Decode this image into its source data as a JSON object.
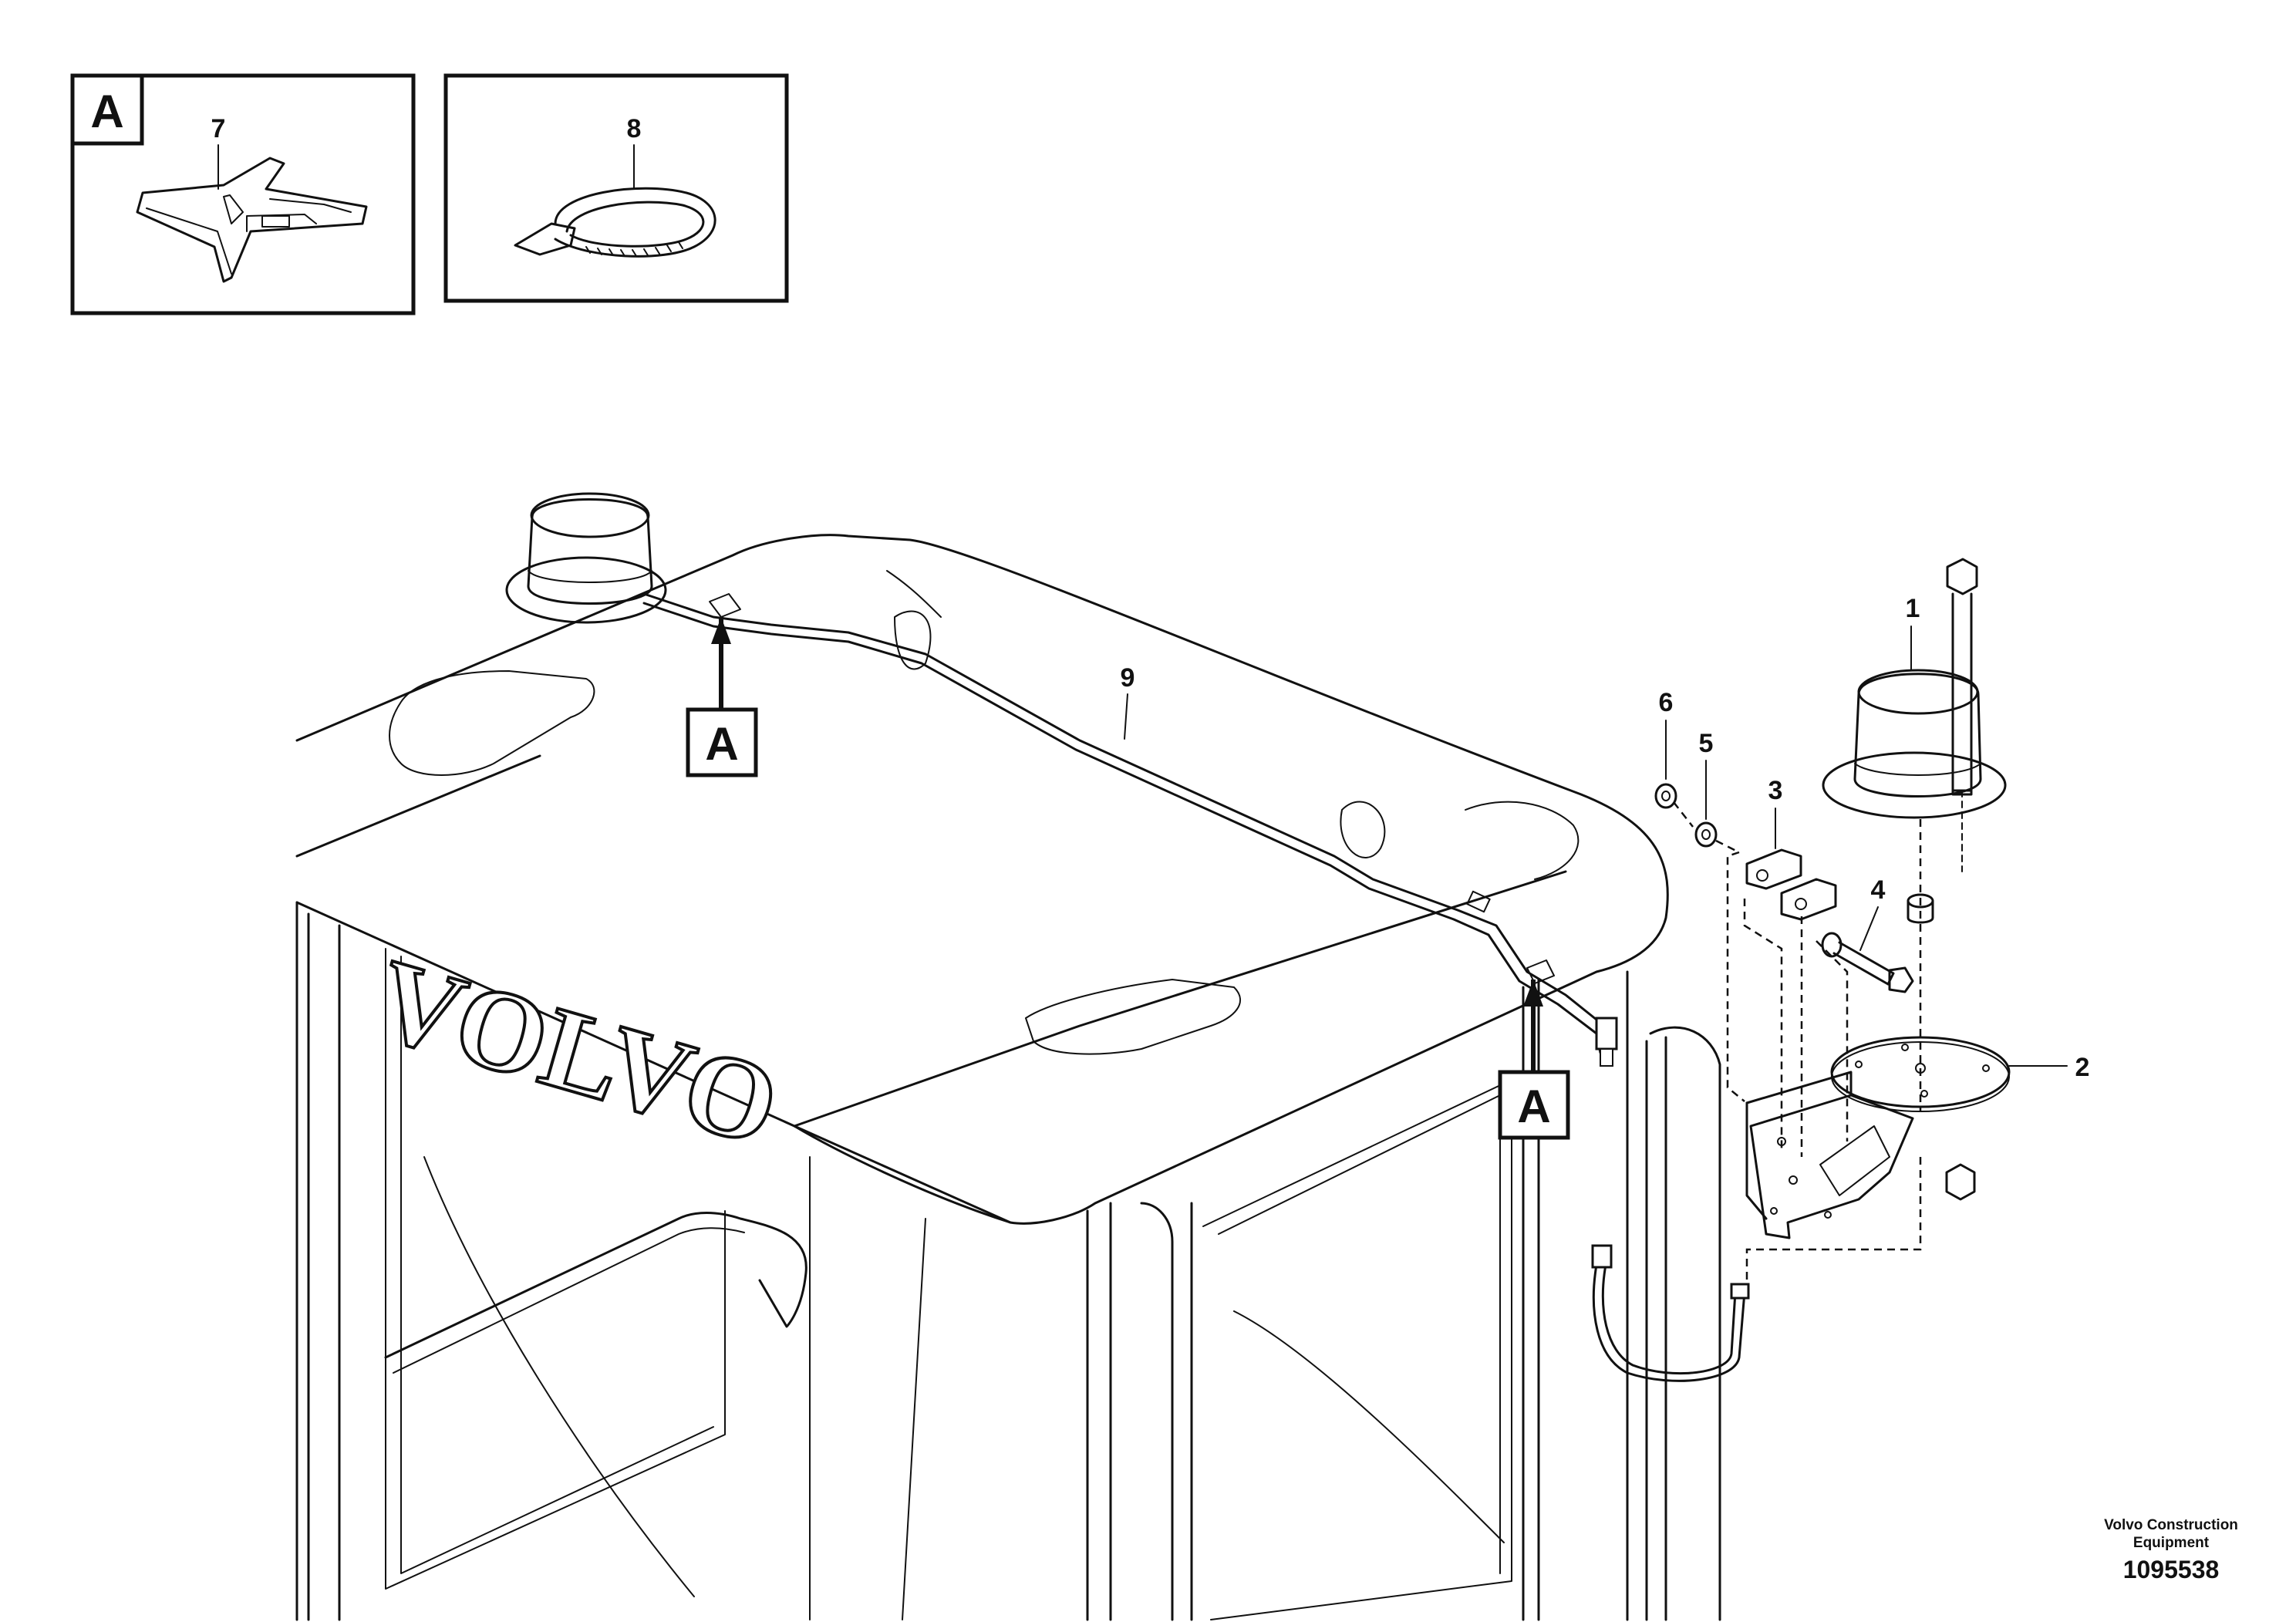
{
  "diagram": {
    "detail_label": "A",
    "brand_logo": "VOLVO",
    "callouts": [
      "1",
      "2",
      "3",
      "4",
      "5",
      "6",
      "7",
      "8",
      "9"
    ],
    "footer": {
      "company_line1": "Volvo Construction",
      "company_line2": "Equipment",
      "drawing_number": "1095538"
    }
  }
}
